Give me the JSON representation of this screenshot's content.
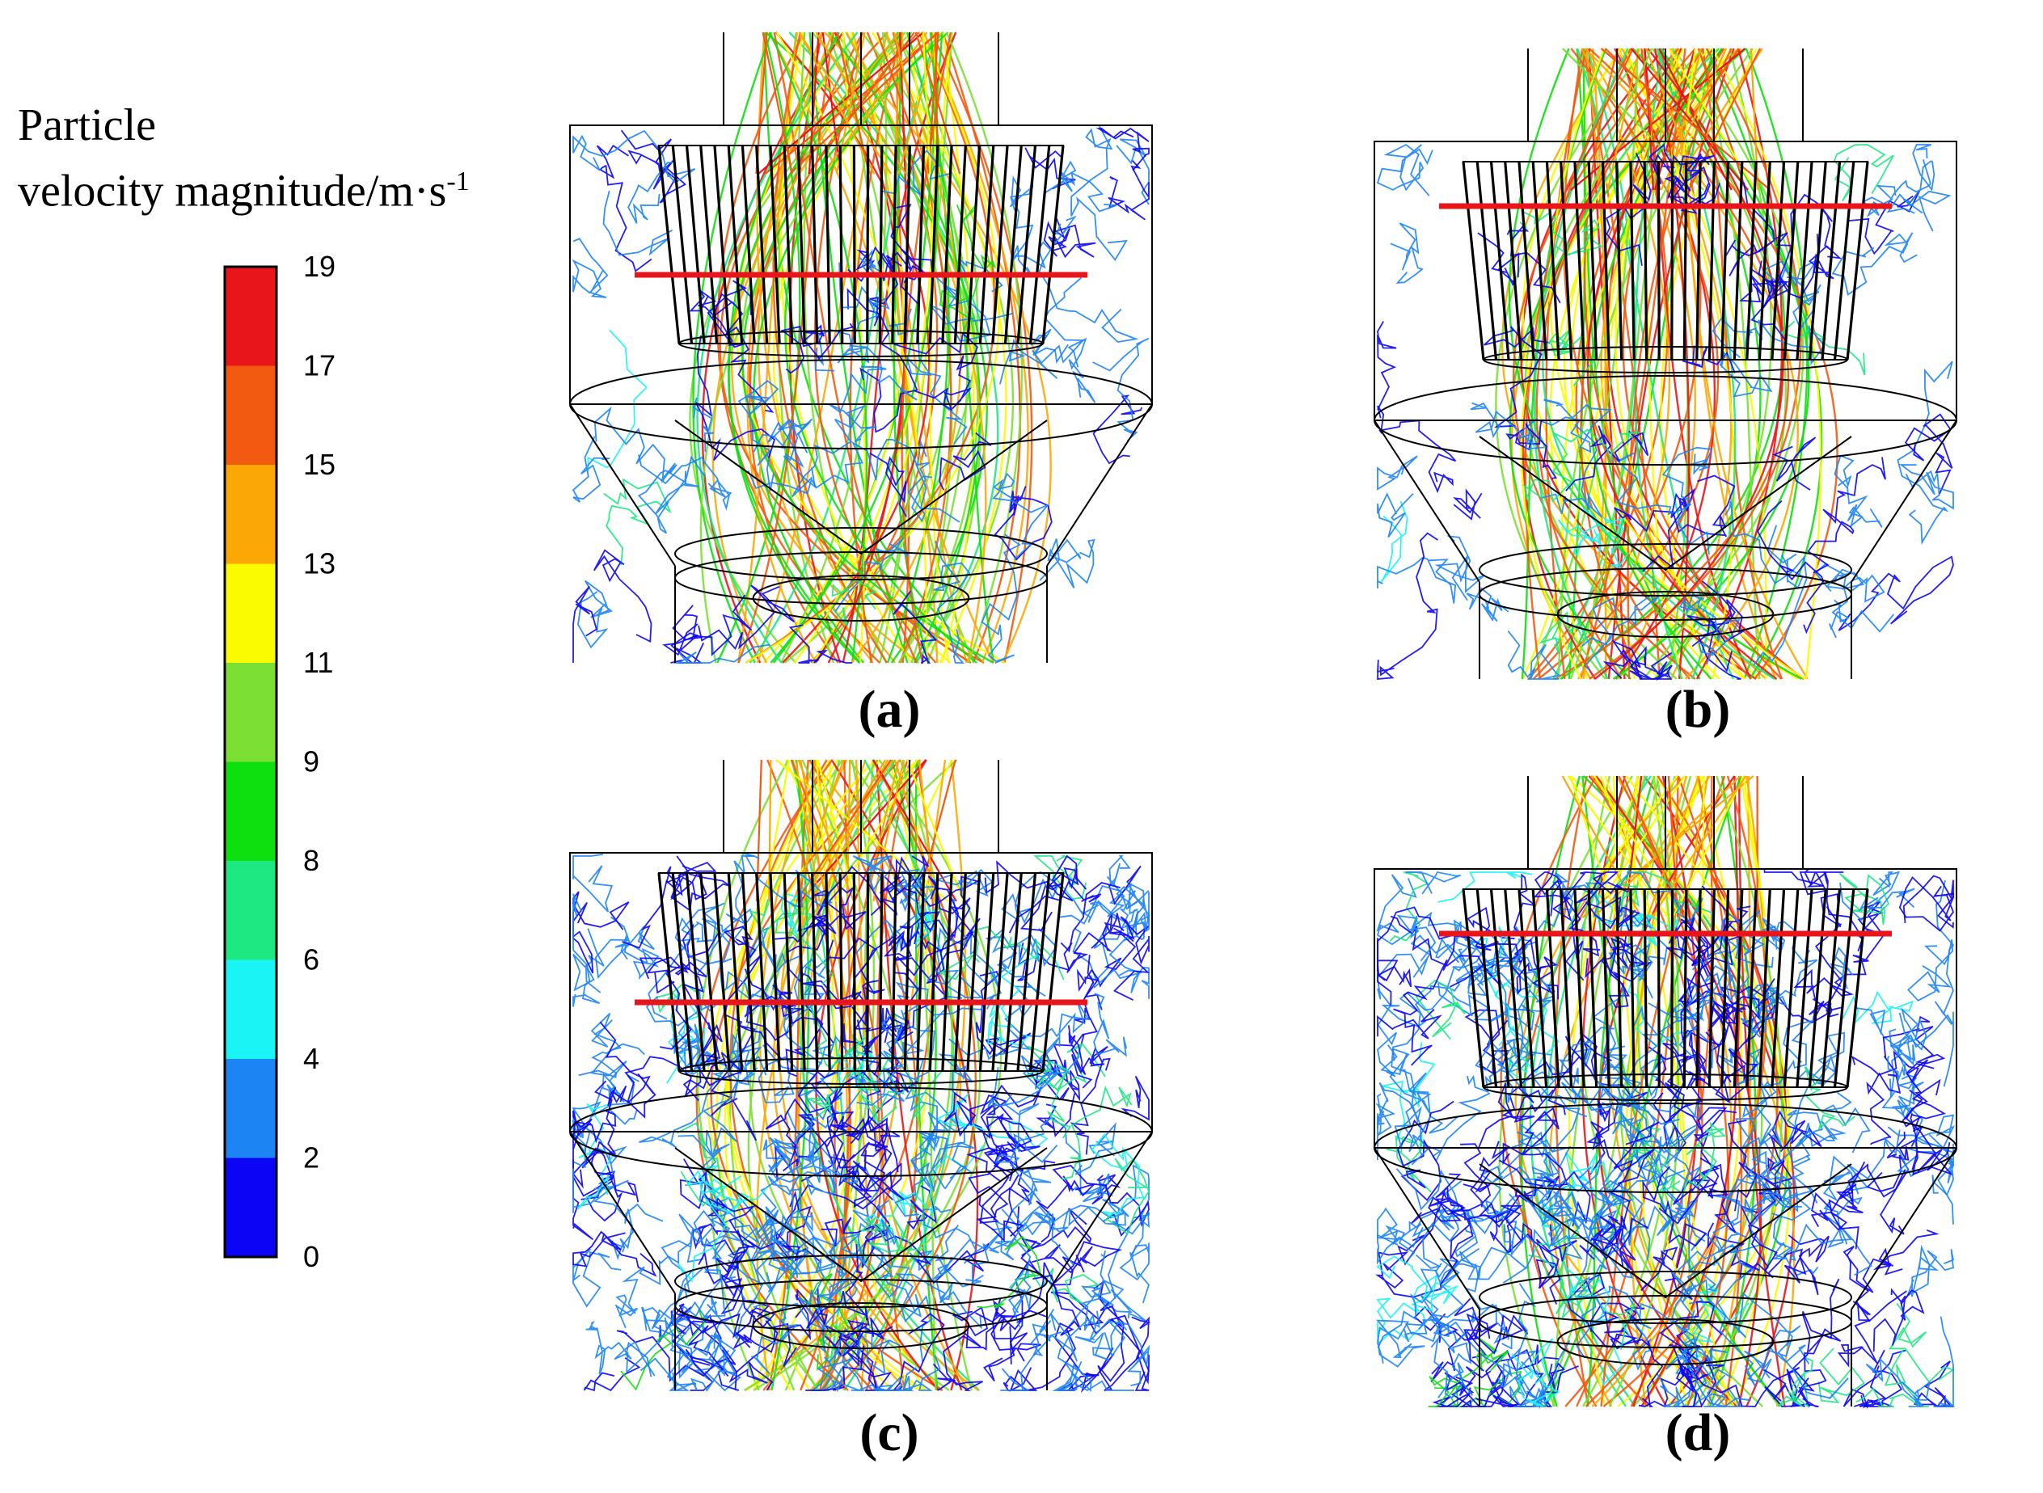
{
  "legend": {
    "title_line1": "Particle",
    "title_line2": "velocity magnitude/m·s",
    "title_superscript": "-1",
    "ticks": [
      "19",
      "17",
      "15",
      "13",
      "11",
      "9",
      "8",
      "6",
      "4",
      "2",
      "0"
    ],
    "colors": [
      "#e8161b",
      "#f25a12",
      "#fba705",
      "#fbfb00",
      "#7be033",
      "#0ee00f",
      "#1de882",
      "#1af4f4",
      "#1d84f4",
      "#0b04f5"
    ]
  },
  "panels": [
    {
      "label": "(a)",
      "red_line_position": "middle",
      "particle_density": "low"
    },
    {
      "label": "(b)",
      "red_line_position": "upper",
      "particle_density": "low"
    },
    {
      "label": "(c)",
      "red_line_position": "middle",
      "particle_density": "high"
    },
    {
      "label": "(d)",
      "red_line_position": "upper",
      "particle_density": "high"
    }
  ],
  "colors": {
    "outline": "#000000",
    "marker_line": "#e8161b",
    "slow_particle": "#1a1aef"
  }
}
